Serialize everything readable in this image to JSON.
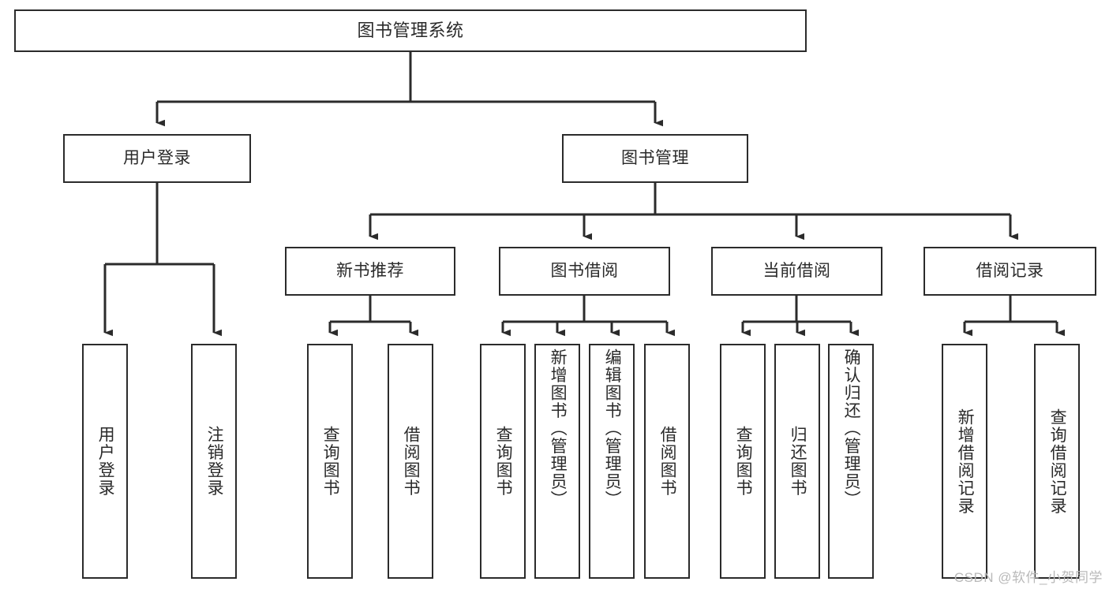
{
  "diagram": {
    "title": "图书管理系统",
    "type": "tree",
    "watermark": "CSDN @软件_小贺同学",
    "colors": {
      "stroke": "#2b2b2b",
      "box_fill": "#ffffff",
      "text": "#2a2a2a",
      "watermark": "#b9b9b9",
      "background": "#ffffff"
    },
    "root": {
      "id": "root",
      "label": "图书管理系统"
    },
    "level2": [
      {
        "id": "user-login",
        "label": "用户登录"
      },
      {
        "id": "book-manage",
        "label": "图书管理"
      }
    ],
    "level3": [
      {
        "id": "new-book-recommend",
        "label": "新书推荐",
        "parent": "book-manage"
      },
      {
        "id": "book-borrow",
        "label": "图书借阅",
        "parent": "book-manage"
      },
      {
        "id": "current-borrow",
        "label": "当前借阅",
        "parent": "book-manage"
      },
      {
        "id": "borrow-record",
        "label": "借阅记录",
        "parent": "book-manage"
      }
    ],
    "leaves": {
      "user_login": [
        {
          "id": "leaf-user-login",
          "label": "用户登录"
        },
        {
          "id": "leaf-user-logout",
          "label": "注销登录"
        }
      ],
      "new_book_recommend": [
        {
          "id": "leaf-query-book-1",
          "label": "查询图书"
        },
        {
          "id": "leaf-borrow-book-1",
          "label": "借阅图书"
        }
      ],
      "book_borrow": [
        {
          "id": "leaf-query-book-2",
          "label": "查询图书"
        },
        {
          "id": "leaf-add-book",
          "label": "新增图书（管理员）"
        },
        {
          "id": "leaf-edit-book",
          "label": "编辑图书（管理员）"
        },
        {
          "id": "leaf-borrow-book-2",
          "label": "借阅图书"
        }
      ],
      "current_borrow": [
        {
          "id": "leaf-query-book-3",
          "label": "查询图书"
        },
        {
          "id": "leaf-return-book",
          "label": "归还图书"
        },
        {
          "id": "leaf-confirm-return",
          "label": "确认归还（管理员）"
        }
      ],
      "borrow_record": [
        {
          "id": "leaf-add-record",
          "label": "新增借阅记录"
        },
        {
          "id": "leaf-query-record",
          "label": "查询借阅记录"
        }
      ]
    }
  }
}
